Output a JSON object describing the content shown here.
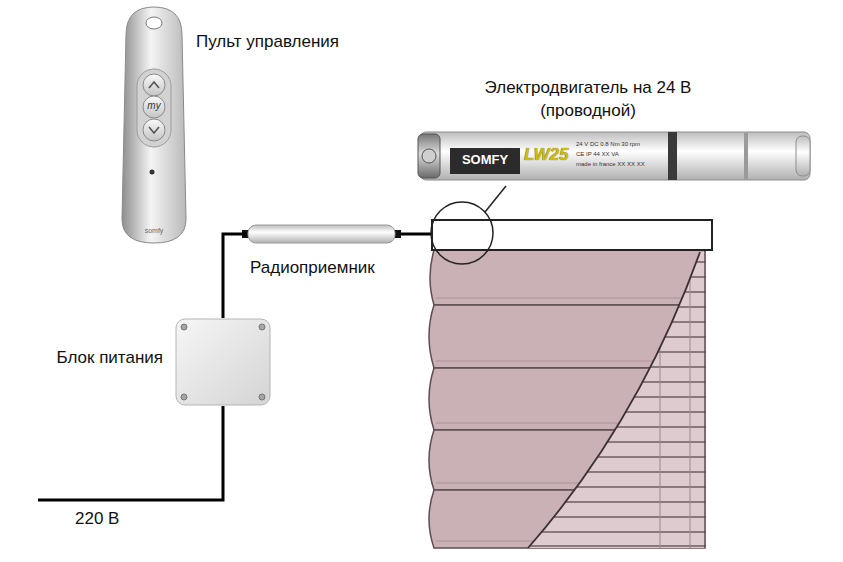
{
  "diagram": {
    "nodes": [
      {
        "text": [
          "Пульт управления",
          "my",
          "somfy"
        ]
      },
      {
        "text": [
          "Электродвигатель на 24 В (проводной)",
          "SOMFY",
          "LW25",
          "24 V DC 0.8 Nm 30 rpm",
          "CE IP 44 XX VA",
          "made in france XX XX XX"
        ]
      },
      {
        "text": [
          "Радиоприемник"
        ]
      },
      {
        "text": [
          "Блок питания"
        ]
      }
    ],
    "edges": [
      {
        "from": 3,
        "to": 2,
        "arrow": "none"
      }
    ],
    "labels": [
      "220 В"
    ]
  }
}
